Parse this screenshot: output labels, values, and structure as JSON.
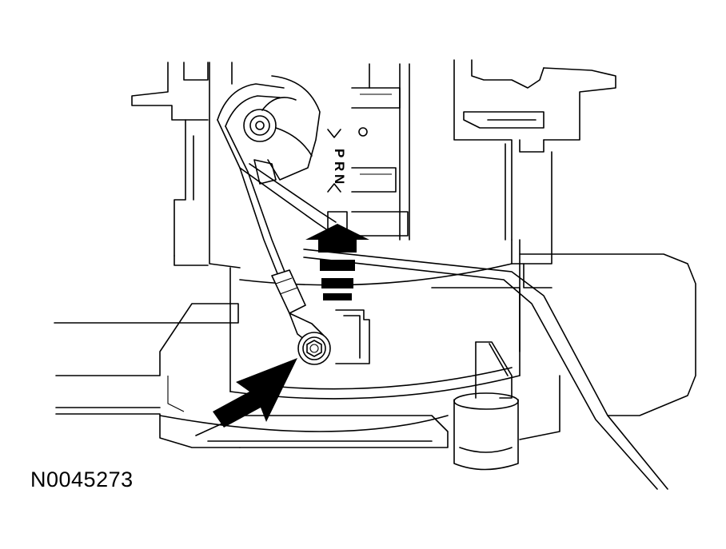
{
  "figure": {
    "id_label": "N0045273",
    "gear_letters": [
      "P",
      "R",
      "N"
    ],
    "callouts": [
      {
        "name": "bolt-callout-arrow",
        "direction": "up-right"
      },
      {
        "name": "lift-direction-arrow",
        "direction": "up"
      }
    ],
    "colors": {
      "line": "#000000",
      "background": "#ffffff"
    }
  }
}
